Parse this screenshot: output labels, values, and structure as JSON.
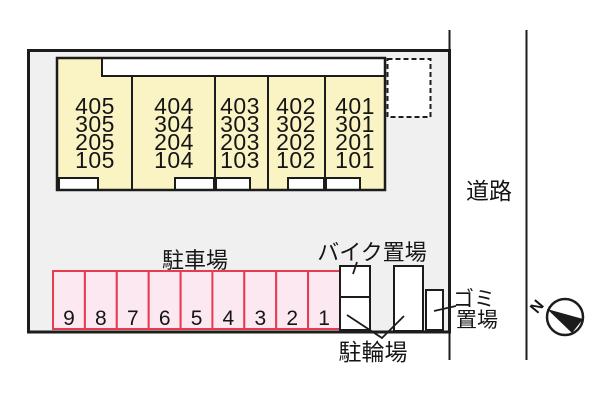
{
  "colors": {
    "site_fill": "#f0f0f0",
    "building_fill": "#faf4c5",
    "parking_fill": "#fce8f0",
    "parking_border": "#e63c50",
    "line": "#1c1c1c"
  },
  "building": {
    "units": [
      {
        "rooms": [
          "405",
          "305",
          "205",
          "105"
        ]
      },
      {
        "rooms": [
          "404",
          "304",
          "204",
          "104"
        ]
      },
      {
        "rooms": [
          "403",
          "303",
          "203",
          "103"
        ]
      },
      {
        "rooms": [
          "402",
          "302",
          "202",
          "102"
        ]
      },
      {
        "rooms": [
          "401",
          "301",
          "201",
          "101"
        ]
      }
    ]
  },
  "parking": {
    "label": "駐車場",
    "stalls": [
      "9",
      "8",
      "7",
      "6",
      "5",
      "4",
      "3",
      "2",
      "1"
    ]
  },
  "labels": {
    "road": "道路",
    "bike_area": "バイク置場",
    "bicycle_area": "駐輪場",
    "garbage_line1": "ゴミ",
    "garbage_line2": "置場",
    "compass_north": "N"
  }
}
